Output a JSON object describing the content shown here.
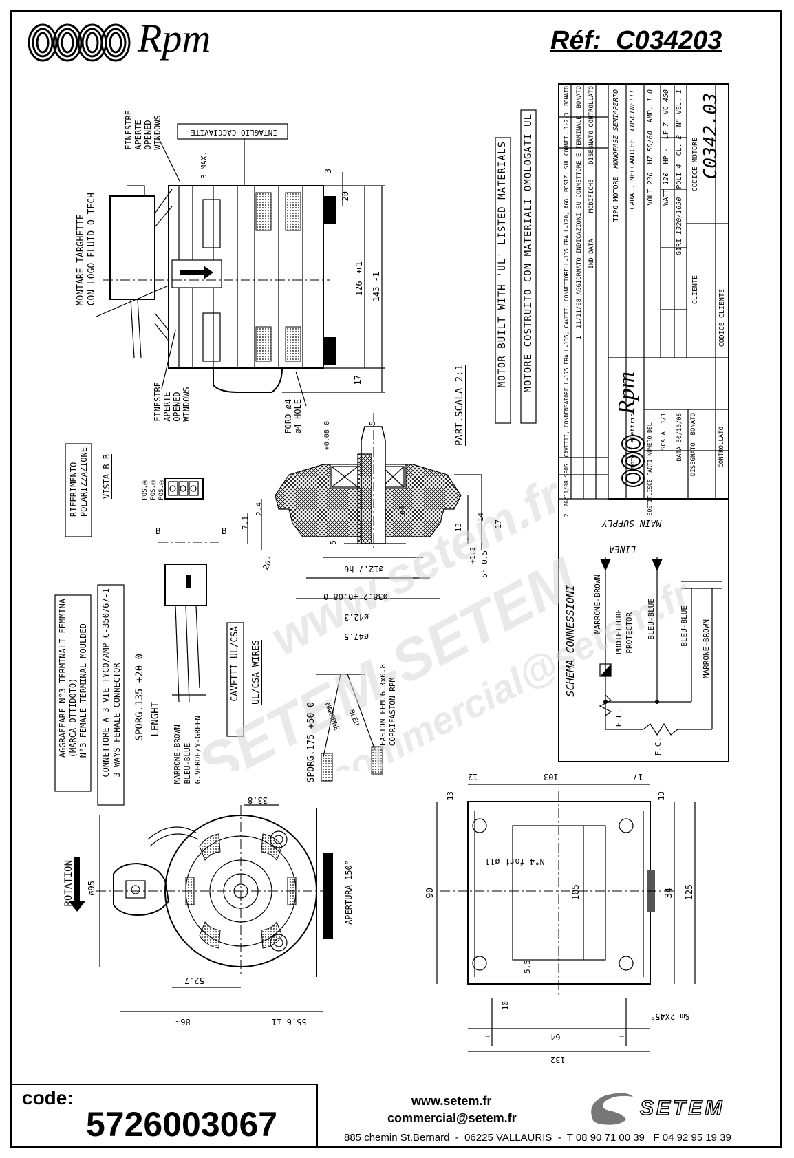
{
  "header": {
    "brand": "Rpm",
    "ref_label": "Réf:",
    "ref_value": "C034203"
  },
  "top_view": {
    "finestre_top": [
      "FINESTRE",
      "APERTE",
      "OPENED",
      "WINDOWS"
    ],
    "intaglio": "INTAGLIO CACCIAVITE",
    "montare": [
      "MONTARE TARGHETTE",
      "CON LOGO FLUID O TECH"
    ],
    "finestre_bottom": [
      "FINESTRE",
      "APERTE",
      "OPENED",
      "WINDOWS"
    ],
    "foro": [
      "FORO ø4",
      "ø4 HOLE"
    ],
    "dim_3max": "3 MAX.",
    "dim_3": "3",
    "dim_20": "20",
    "dim_126": "126 ±1",
    "dim_143": "143 -1",
    "dim_17": "17"
  },
  "notes": {
    "ul_listed": "MOTOR BUILT WITH 'UL' LISTED MATERIALS",
    "omologati": "MOTORE COSTRUITO CON MATERIALI OMOLOGATI UL",
    "part_scala": "PART.SCALA 2:1"
  },
  "section_detail": {
    "dim_5": "5",
    "dim_tol": "+0.08 0",
    "dim_24": "2.4",
    "dim_71": "7.1",
    "dim_5b": "5",
    "dim_4": "ø4",
    "dim_13": "13",
    "dim_14": "14",
    "dim_17": "17",
    "dim_angle": "20°",
    "dim_1_2": "+1.2",
    "dim_5_0_5": "5⁻ 0.5",
    "dim_12_7": "ø12.7 h6",
    "dim_38_2": "ø38.2 +0.08 0",
    "dim_42_3": "ø42.3",
    "dim_47_5": "ø47.5"
  },
  "connector": {
    "riferimento": [
      "RIFERIMENTO",
      "POLARIZZAZIONE"
    ],
    "vista": "VISTA B-B",
    "pos": [
      "POS.③",
      "POS.②",
      "POS.①"
    ],
    "b_label": "B",
    "aggraffare": [
      "AGGRAFFARE N°3 TERMINALI FEMMINA",
      "(MARCA OTTIDOTO)",
      "N°3 FEMALE TERMINAL MOULDED"
    ],
    "connettore": [
      "CONNETTORE A 3 VIE TYCO/AMP C-350767-1",
      "3 WAYS FEMALE CONNECTOR"
    ],
    "sporg1": "SPORG.135 +20 0",
    "lenght": "LENGHT",
    "wires": [
      "MARRONE-BROWN",
      "BLEU-BLUE",
      "G.VERDE/Y-GREEN"
    ],
    "cavetti": "CAVETTI UL/CSA",
    "ulcsa": "UL/CSA WIRES",
    "sporg2": "SPORG.175 +50 0",
    "marrone": "MARRONE",
    "bleu": "BLEU",
    "faston": [
      "FASTON FEM.6.3x0.8",
      "COPRIFASTON RPM"
    ]
  },
  "title_block": {
    "rev_rows": [
      {
        "n": "2",
        "date": "26/11/08",
        "desc": "SPOS. CAVETTI, CONDENSATORE L=175 ERA L=135, CAVETT. CONNETTORE L=135 ERA L=120, AGG. POSIZ. SUL CONNET. 1-2-3",
        "des": "BONATO"
      },
      {
        "n": "1",
        "date": "11/11/08",
        "desc": "AGGIORNATO INDICAZIONI SU CONNETTORE E TERMINALE",
        "des": "BONATO"
      }
    ],
    "header_row": {
      "ind": "IND",
      "data": "DATA",
      "modifiche": "MODIFICHE",
      "disegnato": "DISEGNATO",
      "controllato": "CONTROLLATO"
    },
    "logo_text": "Rpm",
    "logo_sub": "motori elettrici",
    "tipo_motore_label": "TIPO MOTORE",
    "tipo_motore": "MONOFASE SEMIAPERTO",
    "carat_label": "CARAT. MECCANICHE",
    "carat": "CUSCINETTI",
    "volt_label": "VOLT",
    "volt": "230",
    "hz_label": "HZ",
    "hz": "50/60",
    "amp_label": "AMP.",
    "amp": "1.0",
    "watt_label": "WATT",
    "watt": "120",
    "hp_label": "HP",
    "hp": "-",
    "uf_label": "μF",
    "uf": "7",
    "vc_label": "VC",
    "vc": "450",
    "giri_label": "GIRI",
    "giri": "1320/1650",
    "poli_label": "POLI",
    "poli": "4",
    "cl_label": "CL.",
    "cl": "B",
    "nvel_label": "N° VEL.",
    "nvel": "1",
    "cliente_label": "CLIENTE",
    "codice_motore_label": "CODICE MOTORE",
    "codice_motore": "C0342.03",
    "codice_cliente_label": "CODICE CLIENTE",
    "sostituisce_label": "SOSTITUISCE PARTI NUMERO DEL",
    "sostituisce": "-",
    "scala_label": "SCALA",
    "scala": "1/1",
    "data_label": "DATA",
    "data": "30/10/08",
    "disegnato_label": "DISEGNATO",
    "disegnato": "BONATO",
    "controllato_label": "CONTROLLATO"
  },
  "schema": {
    "title": "SCHEMA CONNESSIONI",
    "main_supply": "MAIN SUPPLY",
    "linea": "LINEA",
    "wires": [
      "MARRONE-BROWN",
      "PROTETTORE",
      "PROTECTOR",
      "BLEU-BLUE",
      "BLEU-BLUE",
      "MARRONE-BROWN"
    ],
    "fl": "F.L.",
    "fc": "F.C."
  },
  "front_view": {
    "rotation": "ROTATION",
    "d95": "ø95",
    "d338": "33.8",
    "apertura": "APERTURA 150°",
    "d527": "52.7",
    "d86": "86~",
    "d556": "55.6 ±1"
  },
  "plate_view": {
    "d12": "12",
    "d103": "103",
    "d17": "17",
    "d13a": "13",
    "d13b": "13",
    "fori": "N°4 fori ø11",
    "d90": "90",
    "d105": "105",
    "d34": "34",
    "d125": "125",
    "d55": "5.5",
    "d10": "10",
    "sm": "Sm 2X45°",
    "d64": "64",
    "d132": "132",
    "eq": "="
  },
  "watermark": {
    "line1": "www.setem.fr",
    "line2": "SETEM-SETEM",
    "line3": "commercial@setem.fr"
  },
  "footer": {
    "code_label": "code:",
    "code_value": "5726003067",
    "url": "www.setem.fr",
    "email": "commercial@setem.fr",
    "address": "885 chemin St.Bernard  -  06225 VALLAURIS  -  T 08 90 71 00 39   F 04 92 95 19 39",
    "setem_logo": "SETEM"
  }
}
